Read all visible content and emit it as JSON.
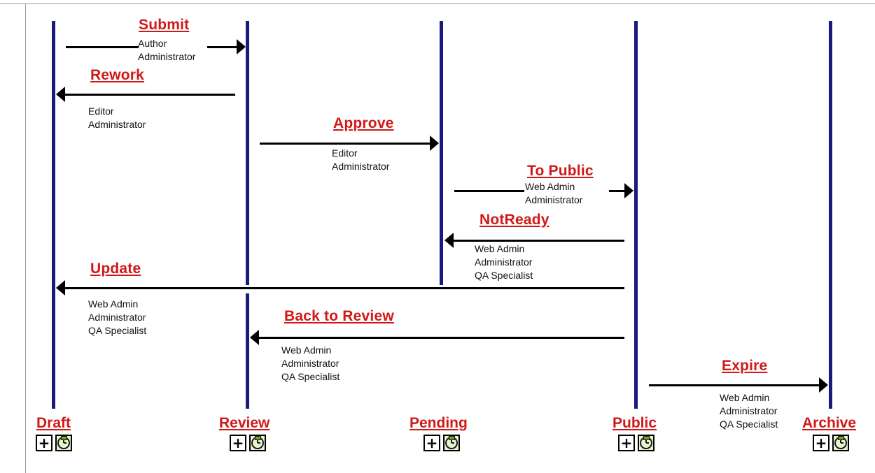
{
  "states": [
    {
      "id": "draft",
      "label": "Draft"
    },
    {
      "id": "review",
      "label": "Review"
    },
    {
      "id": "pending",
      "label": "Pending"
    },
    {
      "id": "public",
      "label": "Public"
    },
    {
      "id": "archive",
      "label": "Archive"
    }
  ],
  "transitions": {
    "submit": {
      "label": "Submit",
      "roles": [
        "Author",
        "Administrator"
      ]
    },
    "rework": {
      "label": "Rework",
      "roles": [
        "Editor",
        "Administrator"
      ]
    },
    "approve": {
      "label": "Approve",
      "roles": [
        "Editor",
        "Administrator"
      ]
    },
    "to_public": {
      "label": "To Public",
      "roles": [
        "Web Admin",
        "Administrator"
      ]
    },
    "notready": {
      "label": "NotReady",
      "roles": [
        "Web Admin",
        "Administrator",
        "QA Specialist"
      ]
    },
    "update": {
      "label": "Update",
      "roles": [
        "Web Admin",
        "Administrator",
        "QA Specialist"
      ]
    },
    "back_to_review": {
      "label": "Back to Review",
      "roles": [
        "Web Admin",
        "Administrator",
        "QA Specialist"
      ]
    },
    "expire": {
      "label": "Expire",
      "roles": [
        "Web Admin",
        "Administrator",
        "QA Specialist"
      ]
    }
  },
  "icons": {
    "add": {
      "glyph": "+",
      "name": "plus-icon"
    },
    "schedule": {
      "name": "clock-icon"
    }
  },
  "colors": {
    "lane": "#1a1a7e",
    "link": "#d01818",
    "arrow": "#000000"
  }
}
